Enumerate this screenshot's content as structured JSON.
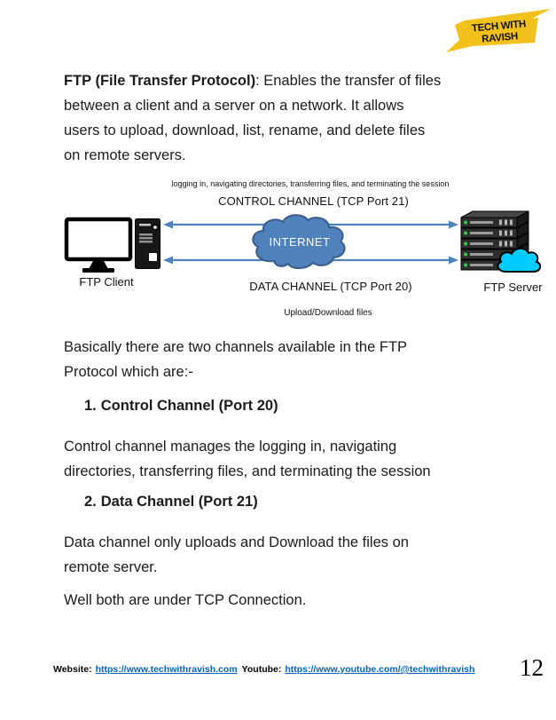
{
  "logo": {
    "line1": "TECH WITH",
    "line2": "RAVISH",
    "bg_color": "#f2c11b"
  },
  "intro": {
    "bold_lead": "FTP (File Transfer Protocol)",
    "line1_rest": ": Enables the transfer of files",
    "line2": "between a client and a server on a network. It allows",
    "line3": "users to upload, download, list, rename, and delete files",
    "line4": "on remote servers."
  },
  "diagram": {
    "session_caption": "logging in, navigating directories, transferring files, and terminating the session",
    "control_channel_label": "CONTROL CHANNEL (TCP Port 21)",
    "data_channel_label": "DATA CHANNEL (TCP Port 20)",
    "transfer_caption": "Upload/Download files",
    "client_label": "FTP Client",
    "server_label": "FTP Server",
    "internet_label": "INTERNET",
    "colors": {
      "arrow_blue": "#4f81bd",
      "cloud_fill": "#4f81bd",
      "cloud_border": "#385d8a",
      "server_cloud_cyan": "#00ccff",
      "led_green": "#2ecc40"
    }
  },
  "body": {
    "channels_intro_line1": "Basically there are two channels available in the FTP",
    "channels_intro_line2": "Protocol which are:-",
    "list": [
      {
        "number": "1.",
        "label": "Control Channel (Port 20)"
      },
      {
        "number": "2.",
        "label": "Data Channel (Port 21)"
      }
    ],
    "control_desc_line1": "Control channel manages the logging in, navigating",
    "control_desc_line2": "directories, transferring files, and terminating the session",
    "data_desc_line1": "Data channel only uploads and Download the files on",
    "data_desc_line2": "remote server.",
    "tcp_note": "Well both are under TCP Connection."
  },
  "footer": {
    "website_label": "Website:",
    "website_url": "https://www.techwithravish.com",
    "youtube_label": "Youtube:",
    "youtube_url": "https://www.youtube.com/@techwithravish",
    "page_number": "12"
  }
}
